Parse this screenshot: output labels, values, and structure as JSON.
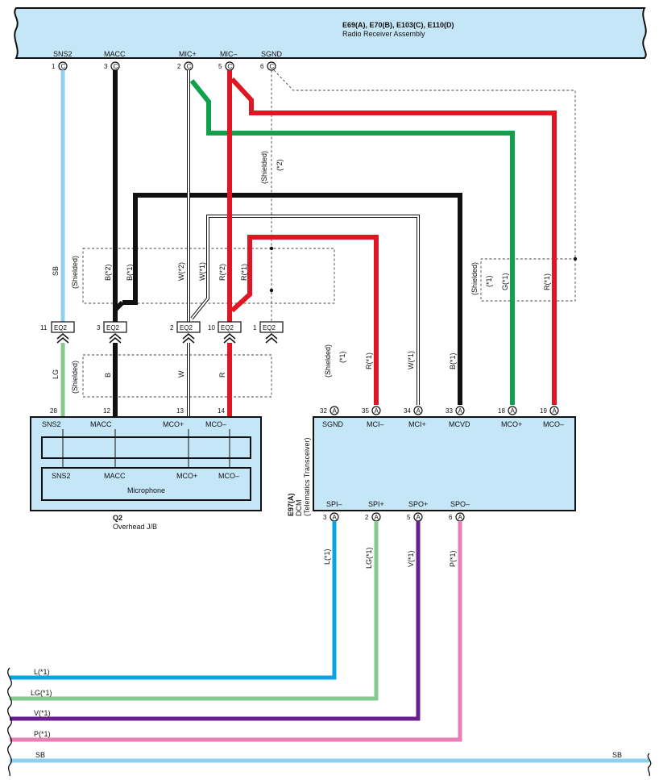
{
  "top": {
    "connectors": "E69(A), E70(B), E103(C), E110(D)",
    "name": "Radio Receiver Assembly",
    "pins": [
      {
        "num": "1",
        "letter": "C",
        "label": "SNS2"
      },
      {
        "num": "3",
        "letter": "C",
        "label": "MACC"
      },
      {
        "num": "2",
        "letter": "C",
        "label": "MIC+"
      },
      {
        "num": "5",
        "letter": "C",
        "label": "MIC–"
      },
      {
        "num": "6",
        "letter": "C",
        "label": "SGND"
      }
    ]
  },
  "junction": {
    "connector": "EQ2",
    "pins": [
      "11",
      "3",
      "2",
      "10",
      "1"
    ],
    "upper_wires": [
      "SB",
      "B(*2)",
      "B(*1)",
      "W(*2)",
      "W(*1)",
      "R(*2)",
      "R(*1)"
    ],
    "lower_wires": [
      "LG",
      "B",
      "W",
      "R"
    ],
    "shielded": "(Shielded)",
    "shielded_note": "(*2)"
  },
  "q2": {
    "id": "Q2",
    "name": "Overhead J/B",
    "pin_nums": [
      "28",
      "12",
      "13",
      "14"
    ],
    "top_labels": [
      "SNS2",
      "MACC",
      "MCO+",
      "MCO–"
    ],
    "inner_labels": [
      "SNS2",
      "MACC",
      "MCO+",
      "MCO–"
    ],
    "microphone": "Microphone"
  },
  "dcm": {
    "id": "E97(A)",
    "name": "DCM",
    "subname": "(Telematics Transceiver)",
    "top_pins": [
      {
        "num": "32",
        "letter": "A",
        "label": "SGND",
        "wire": "(Shielded)",
        "wire2": "(*1)"
      },
      {
        "num": "35",
        "letter": "A",
        "label": "MCI–",
        "wire": "R(*1)"
      },
      {
        "num": "34",
        "letter": "A",
        "label": "MCI+",
        "wire": "W(*1)"
      },
      {
        "num": "33",
        "letter": "A",
        "label": "MCVD",
        "wire": "B(*1)"
      },
      {
        "num": "18",
        "letter": "A",
        "label": "MCO+",
        "wire": "G(*1)"
      },
      {
        "num": "19",
        "letter": "A",
        "label": "MCO–",
        "wire": "R(*1)"
      }
    ],
    "bottom_pins": [
      {
        "num": "3",
        "letter": "A",
        "label": "SPI–",
        "wire": "L(*1)"
      },
      {
        "num": "2",
        "letter": "A",
        "label": "SPI+",
        "wire": "LG(*1)"
      },
      {
        "num": "5",
        "letter": "A",
        "label": "SPO+",
        "wire": "V(*1)"
      },
      {
        "num": "6",
        "letter": "A",
        "label": "SPO–",
        "wire": "P(*1)"
      }
    ],
    "right_shield": "(Shielded)",
    "right_shield_note": "(*1)"
  },
  "bus": [
    {
      "label": "L(*1)",
      "color": "#0aa4e6"
    },
    {
      "label": "LG(*1)",
      "color": "#86c98f"
    },
    {
      "label": "V(*1)",
      "color": "#6a1f8f"
    },
    {
      "label": "P(*1)",
      "color": "#e97fb4"
    },
    {
      "label": "SB",
      "label_right": "SB",
      "color": "#8fd0ef"
    }
  ],
  "colors": {
    "sky_blue": "#8fd0ef",
    "black": "#111111",
    "red": "#e01623",
    "green": "#10a24a",
    "light_green": "#86c98f",
    "blue": "#0aa4e6",
    "violet": "#6a1f8f",
    "pink": "#e97fb4",
    "box_fill": "#c5e6f7"
  }
}
